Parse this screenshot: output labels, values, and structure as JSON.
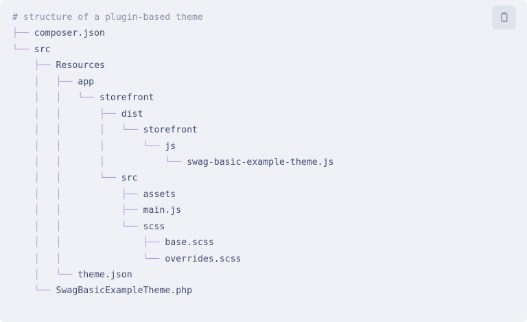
{
  "code_block": {
    "background_color": "#eff1f6",
    "comment_color": "#8b92a5",
    "tree_color": "#b49ddb",
    "name_color": "#3e4c70",
    "language": "text",
    "comment": "# structure of a plugin-based theme",
    "lines": [
      {
        "tree": "",
        "name": "# structure of a plugin-based theme",
        "kind": "comment"
      },
      {
        "tree": "├── ",
        "name": "composer.json",
        "kind": "file"
      },
      {
        "tree": "└── ",
        "name": "src",
        "kind": "dir"
      },
      {
        "tree": "    ├── ",
        "name": "Resources",
        "kind": "dir"
      },
      {
        "tree": "    │   ├── ",
        "name": "app",
        "kind": "dir"
      },
      {
        "tree": "    │   │   └── ",
        "name": "storefront",
        "kind": "dir"
      },
      {
        "tree": "    │   │       ├── ",
        "name": "dist",
        "kind": "dir"
      },
      {
        "tree": "    │   │       │   └── ",
        "name": "storefront",
        "kind": "dir"
      },
      {
        "tree": "    │   │       │       └── ",
        "name": "js",
        "kind": "dir"
      },
      {
        "tree": "    │   │       │           └── ",
        "name": "swag-basic-example-theme.js",
        "kind": "file"
      },
      {
        "tree": "    │   │       └── ",
        "name": "src",
        "kind": "dir"
      },
      {
        "tree": "    │   │           ├── ",
        "name": "assets",
        "kind": "dir"
      },
      {
        "tree": "    │   │           ├── ",
        "name": "main.js",
        "kind": "file"
      },
      {
        "tree": "    │   │           └── ",
        "name": "scss",
        "kind": "dir"
      },
      {
        "tree": "    │   │               ├── ",
        "name": "base.scss",
        "kind": "file"
      },
      {
        "tree": "    │   │               └── ",
        "name": "overrides.scss",
        "kind": "file"
      },
      {
        "tree": "    │   └── ",
        "name": "theme.json",
        "kind": "file"
      },
      {
        "tree": "    └── ",
        "name": "SwagBasicExampleTheme.php",
        "kind": "file"
      }
    ]
  },
  "toolbar": {
    "copy_button_label": "",
    "copy_button_icon": "clipboard-icon",
    "copy_button_title": "Copy to clipboard",
    "copy_button_background": "#dfe3ec",
    "copy_button_icon_color": "#8b8f99"
  }
}
